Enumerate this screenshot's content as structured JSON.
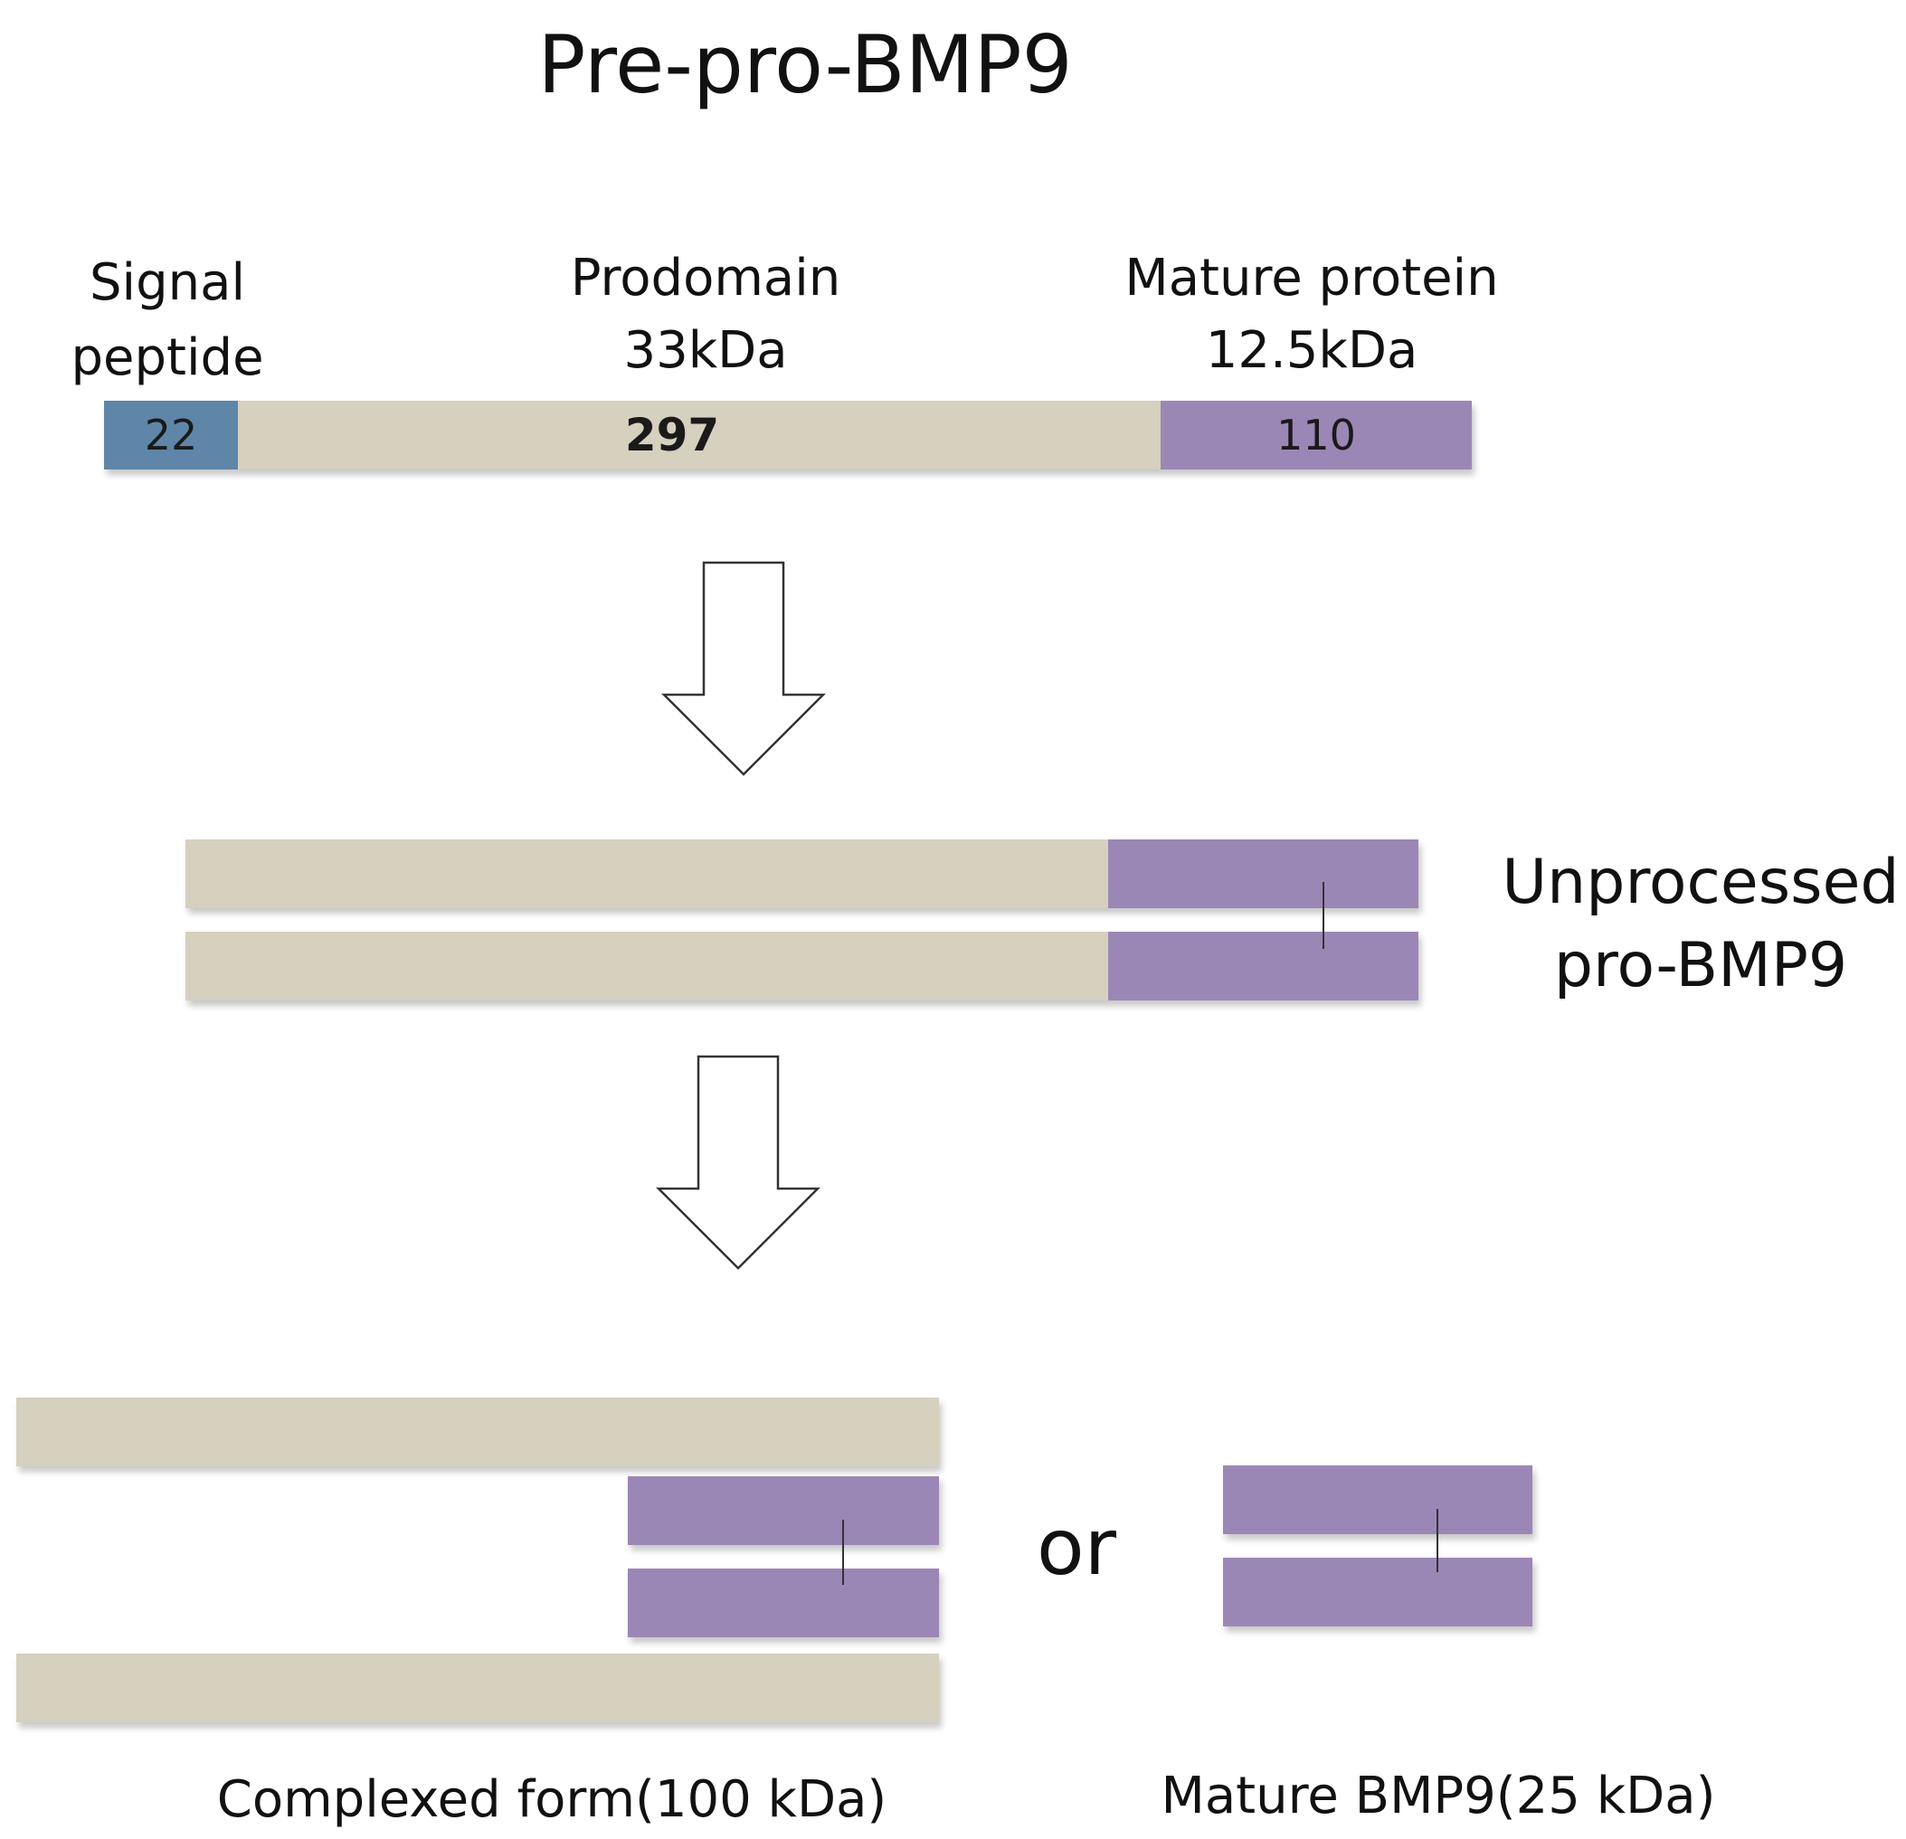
{
  "title": "Pre-pro-BMP9",
  "labels": {
    "signal_line1": "Signal",
    "signal_line2": "peptide",
    "prodomain_line1": "Prodomain",
    "prodomain_line2": "33kDa",
    "mature_line1": "Mature protein",
    "mature_line2": "12.5kDa",
    "unprocessed_line1": "Unprocessed",
    "unprocessed_line2": "pro-BMP9",
    "or": "or",
    "complexed_caption": "Complexed form(100 kDa)",
    "mature_caption": "Mature BMP9(25 kDa)"
  },
  "segments": {
    "signal_length": "22",
    "prodomain_length": "297",
    "mature_length": "110"
  },
  "colors": {
    "signal": "#5f86a8",
    "prodomain": "#d6d0bf",
    "mature": "#9b87b6",
    "arrow_stroke": "#333333"
  }
}
